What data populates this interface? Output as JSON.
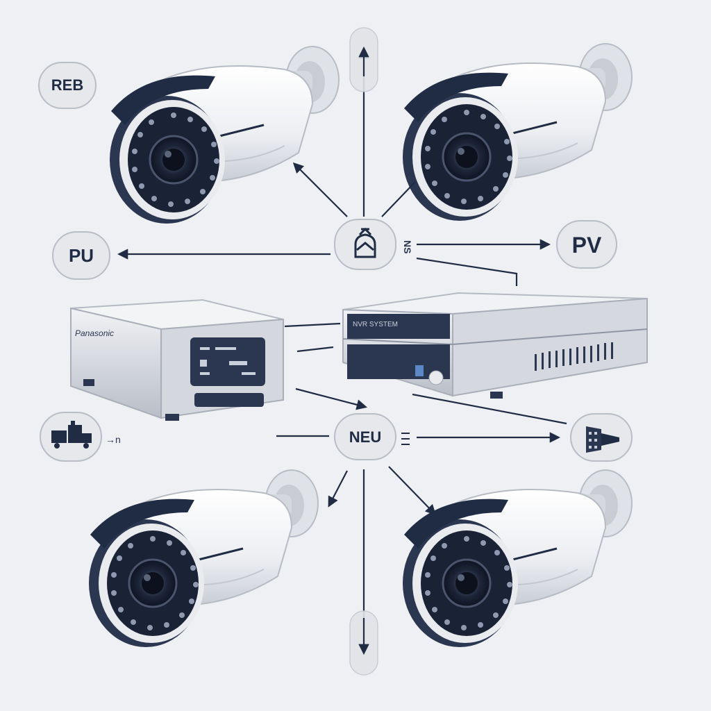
{
  "colors": {
    "background": "#eef0f3",
    "navy": "#1f2c44",
    "camera_body": "#f4f5f7",
    "device_body": "#d9dce2",
    "badge_fill": "#e6e8ec",
    "badge_stroke": "#b9bdc6"
  },
  "labels": {
    "reb": "REB",
    "pu": "PU",
    "pv": "PV",
    "neu": "NEU",
    "ns_small": "NS",
    "small_arrow_text": "→n",
    "recorder_brand": "Panasonic",
    "nvr_title": "NVR SYSTEM"
  },
  "icons": {
    "center_hub": "router-bell-icon",
    "left_mini": "truck-icon",
    "right_mini": "connector-plug-icon",
    "arrows": "arrow-icon"
  }
}
